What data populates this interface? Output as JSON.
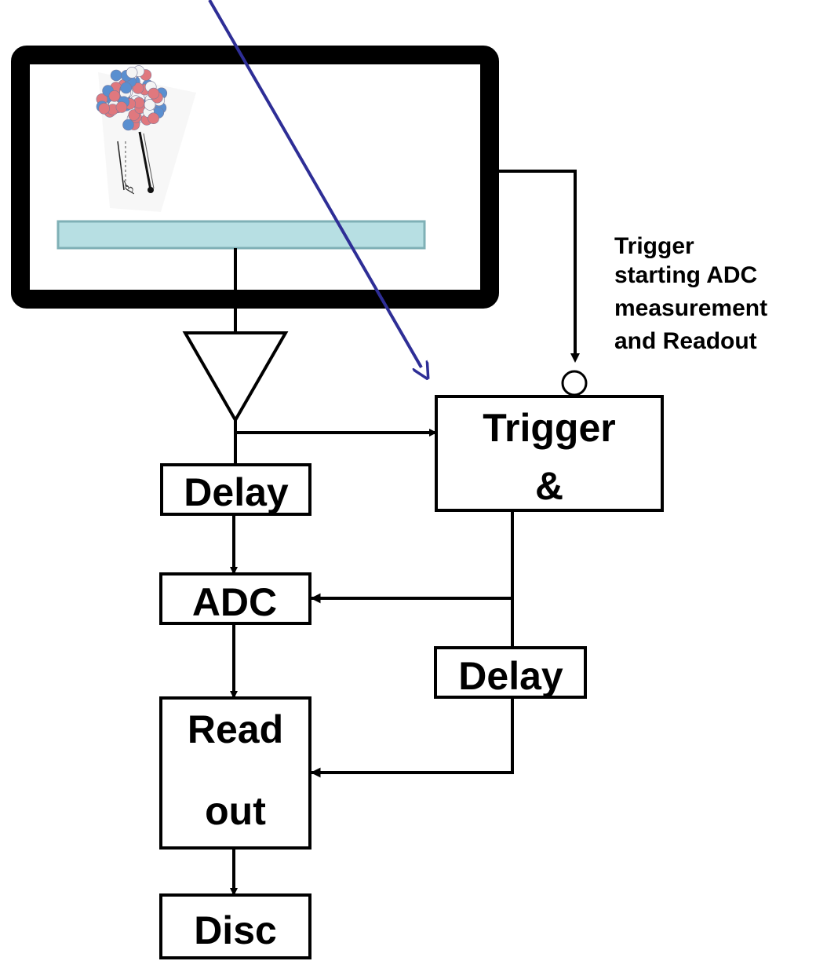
{
  "diagram": {
    "blocks": {
      "trigger": {
        "line1": "Trigger",
        "line2": "&"
      },
      "delay_left": {
        "label": "Delay"
      },
      "adc": {
        "label": "ADC"
      },
      "delay_right": {
        "label": "Delay"
      },
      "readout": {
        "line1": "Read",
        "line2": "out"
      },
      "disc": {
        "label": "Disc"
      }
    },
    "annotation": {
      "lines": [
        "Trigger",
        "starting ADC",
        "measurement",
        "and Readout"
      ]
    },
    "colors": {
      "frame": "#000000",
      "detector_strip_fill": "#b7dfe3",
      "detector_strip_stroke": "#7fb0b6",
      "particle_track": "#2e2e96",
      "nucleus_red": "#e0787e",
      "nucleus_blue": "#5a8fd0",
      "nucleus_white": "#f4f4f4"
    }
  }
}
